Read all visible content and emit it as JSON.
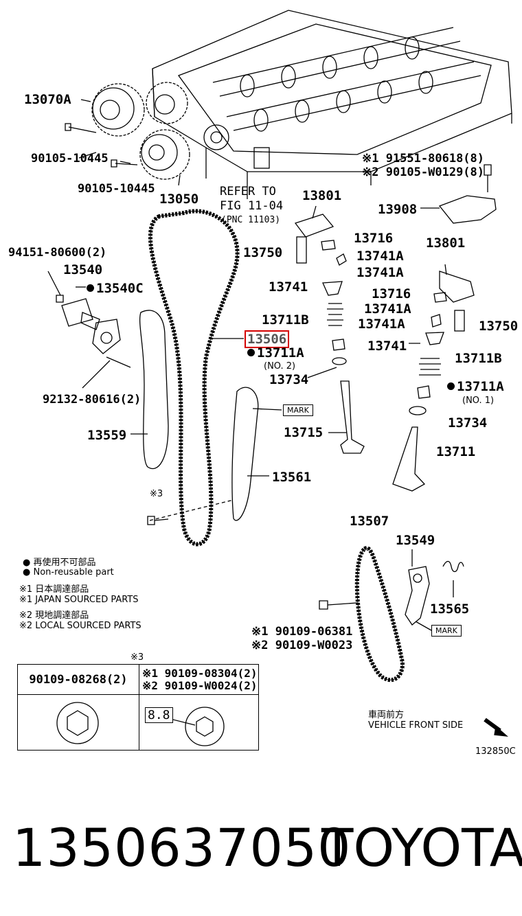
{
  "callouts": [
    {
      "id": "c1",
      "text": "13070A"
    },
    {
      "id": "c2",
      "text": "90105-10445"
    },
    {
      "id": "c3",
      "text": "90105-10445"
    },
    {
      "id": "c4",
      "text": "13050"
    },
    {
      "id": "c5",
      "text": "REFER TO"
    },
    {
      "id": "c6",
      "text": "FIG 11-04"
    },
    {
      "id": "c7",
      "text": "(PNC 11103)"
    },
    {
      "id": "c8",
      "text": "13801"
    },
    {
      "id": "c9",
      "text": "※1 91551-80618(8)"
    },
    {
      "id": "c10",
      "text": "※2 90105-W0129(8)"
    },
    {
      "id": "c11",
      "text": "13908"
    },
    {
      "id": "c12",
      "text": "94151-80600(2)"
    },
    {
      "id": "c13",
      "text": "13540"
    },
    {
      "id": "c14",
      "text": "13540C"
    },
    {
      "id": "c15",
      "text": "13750"
    },
    {
      "id": "c16",
      "text": "13716"
    },
    {
      "id": "c17",
      "text": "13741A"
    },
    {
      "id": "c18",
      "text": "13741A"
    },
    {
      "id": "c19",
      "text": "13801"
    },
    {
      "id": "c20",
      "text": "13741"
    },
    {
      "id": "c21",
      "text": "13716"
    },
    {
      "id": "c22",
      "text": "13741A"
    },
    {
      "id": "c23",
      "text": "13711B"
    },
    {
      "id": "c24",
      "text": "13741A"
    },
    {
      "id": "c25",
      "text": "13750"
    },
    {
      "id": "c26",
      "text": "13506"
    },
    {
      "id": "c27",
      "text": "13741"
    },
    {
      "id": "c28",
      "text": "13711A"
    },
    {
      "id": "c29",
      "text": "(NO. 2)"
    },
    {
      "id": "c30",
      "text": "13711B"
    },
    {
      "id": "c31",
      "text": "13734"
    },
    {
      "id": "c32",
      "text": "13711A"
    },
    {
      "id": "c33",
      "text": "(NO. 1)"
    },
    {
      "id": "c34",
      "text": "92132-80616(2)"
    },
    {
      "id": "c35",
      "text": "MARK"
    },
    {
      "id": "c36",
      "text": "13559"
    },
    {
      "id": "c37",
      "text": "13715"
    },
    {
      "id": "c38",
      "text": "13734"
    },
    {
      "id": "c39",
      "text": "13711"
    },
    {
      "id": "c40",
      "text": "※3"
    },
    {
      "id": "c41",
      "text": "13561"
    },
    {
      "id": "c42",
      "text": "13507"
    },
    {
      "id": "c43",
      "text": "13549"
    },
    {
      "id": "c44",
      "text": "13565"
    },
    {
      "id": "c45",
      "text": "MARK"
    },
    {
      "id": "c46",
      "text": "※1 90109-06381"
    },
    {
      "id": "c47",
      "text": "※2 90109-W0023"
    },
    {
      "id": "c48",
      "text": "※3"
    }
  ],
  "legend": [
    "● 再使用不可部品",
    "● Non-reusable part",
    "※1 日本調達部品",
    "※1 JAPAN SOURCED PARTS",
    "※2 現地調達部品",
    "※2 LOCAL SOURCED PARTS"
  ],
  "ref_table": {
    "left_header": "90109-08268(2)",
    "right_header_1": "※1 90109-08304(2)",
    "right_header_2": "※2 90109-W0024(2)",
    "torque_label": "8.8"
  },
  "direction_jp": "車両前方",
  "direction_en": "VEHICLE FRONT SIDE",
  "figure_code": "132850C",
  "part_number": "1350637050",
  "brand": "TOYOTA",
  "colors": {
    "highlight": "#d40000"
  }
}
